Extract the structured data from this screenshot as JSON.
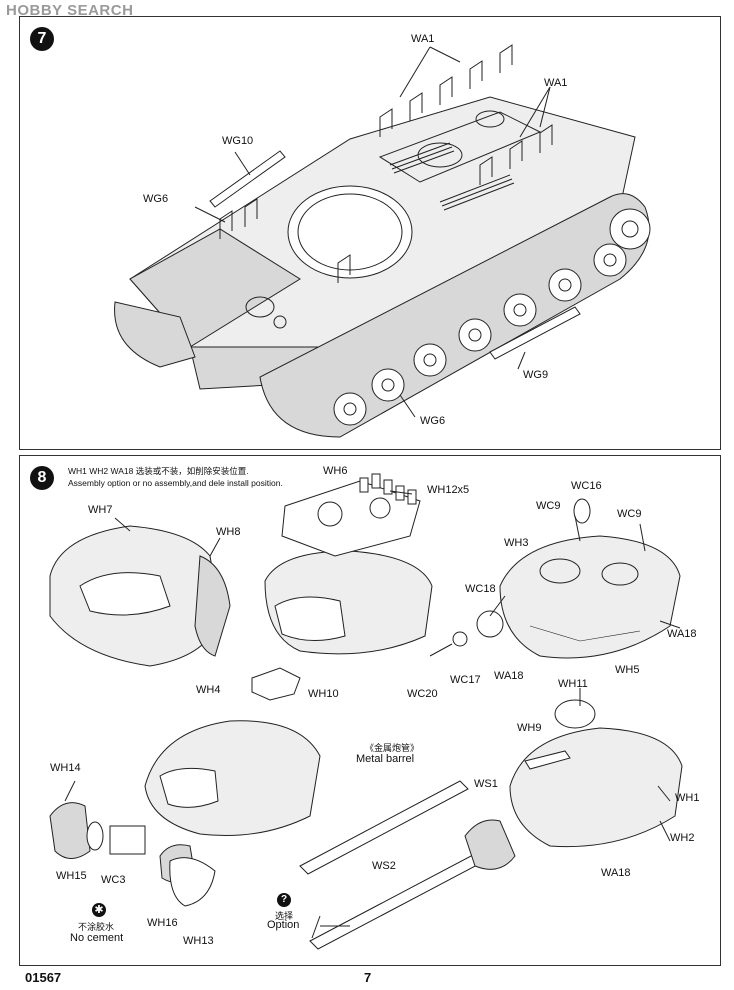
{
  "watermark": "HOBBY SEARCH",
  "step7": {
    "number": "7",
    "labels": {
      "wa1_top": "WA1",
      "wa1_right": "WA1",
      "wg10": "WG10",
      "wg6_left": "WG6",
      "wg9": "WG9",
      "wg6_bottom": "WG6"
    }
  },
  "step8": {
    "number": "8",
    "note_zh": "WH1 WH2 WA18 选装或不装，如削除安装位置.",
    "note_en": "Assembly option or no assembly,and dele install position.",
    "labels": {
      "wh7": "WH7",
      "wh8": "WH8",
      "wh6": "WH6",
      "wh12x5": "WH12x5",
      "wc16": "WC16",
      "wc9_a": "WC9",
      "wc9_b": "WC9",
      "wh3": "WH3",
      "wc18": "WC18",
      "wa18_a": "WA18",
      "wa18_b": "WA18",
      "wh5": "WH5",
      "wc20": "WC20",
      "wc17": "WC17",
      "wh4": "WH4",
      "wh10": "WH10",
      "wh11": "WH11",
      "wh9": "WH9",
      "wh14": "WH14",
      "wh15": "WH15",
      "wc3": "WC3",
      "wh16": "WH16",
      "wh13": "WH13",
      "metal_barrel_zh": "《金属炮管》",
      "metal_barrel_en": "Metal barrel",
      "ws1": "WS1",
      "ws2": "WS2",
      "wh1": "WH1",
      "wh2": "WH2",
      "wa18_c": "WA18",
      "no_cement_zh": "不涂胶水",
      "no_cement_en": "No cement",
      "option_zh": "选择",
      "option_en": "Option"
    }
  },
  "footer": {
    "code": "01567",
    "page": "7"
  }
}
